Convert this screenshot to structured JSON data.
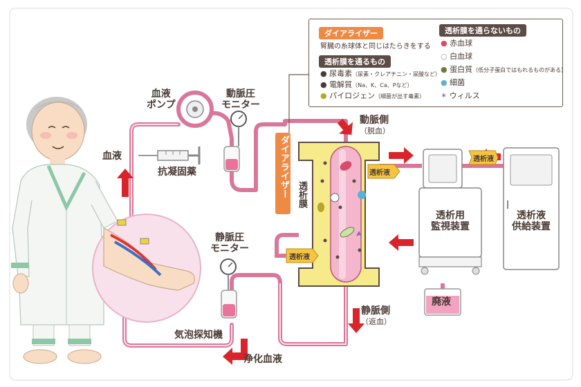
{
  "legend": {
    "dialyzer_tag": "ダイアライザー",
    "dialyzer_desc": "腎臓の糸球体と同じはたらきをする",
    "pass_tag": "透析膜を通るもの",
    "pass_items": [
      {
        "name": "尿毒素",
        "note": "（尿素・クレアチニン・尿酸など）",
        "icon": "dark-dot-icon"
      },
      {
        "name": "電解質",
        "note": "（Na、K、Ca、Pなど）",
        "icon": "dark-dot-icon"
      },
      {
        "name": "パイロジェン",
        "note": "（細菌が出す毒素）",
        "icon": "olive-drop-icon"
      }
    ],
    "nopass_tag": "透析膜を通らないもの",
    "nopass_items": [
      {
        "name": "赤血球",
        "note": "",
        "icon": "red-cell-icon"
      },
      {
        "name": "白血球",
        "note": "",
        "icon": "white-cell-icon"
      },
      {
        "name": "蛋白質",
        "note": "（低分子蛋白ではもれるものがある）",
        "icon": "protein-icon"
      },
      {
        "name": "細菌",
        "note": "",
        "icon": "bacteria-icon"
      },
      {
        "name": "ウィルス",
        "note": "",
        "icon": "virus-icon"
      }
    ]
  },
  "labels": {
    "blood_pump": "血液\nポンプ",
    "arterial_monitor": "動脈圧\nモニター",
    "venous_monitor": "静脈圧\nモニター",
    "anticoagulant": "抗凝固薬",
    "blood": "血液",
    "bubble_detector": "気泡探知機",
    "purified_blood": "浄化血液",
    "arterial_side": "動脈側",
    "arterial_side_sub": "（脱血）",
    "venous_side": "静脈側",
    "venous_side_sub": "（返血）",
    "dialyzer_vertical": "ダイアライザー",
    "membrane_vertical": "透析膜",
    "dialysate_in": "透析液",
    "dialysate_out": "透析液",
    "dialysate_supply": "透析液",
    "monitor_unit": "透析用\n監視装置",
    "supply_unit": "透析液\n供給装置",
    "waste": "廃液"
  },
  "colors": {
    "tube": "#d9779a",
    "orange_tag": "#ef8a45",
    "dark_tag": "#5d4b45",
    "dialyzer_yellow": "#f7ea8a",
    "arrow_red": "#d8242a"
  }
}
